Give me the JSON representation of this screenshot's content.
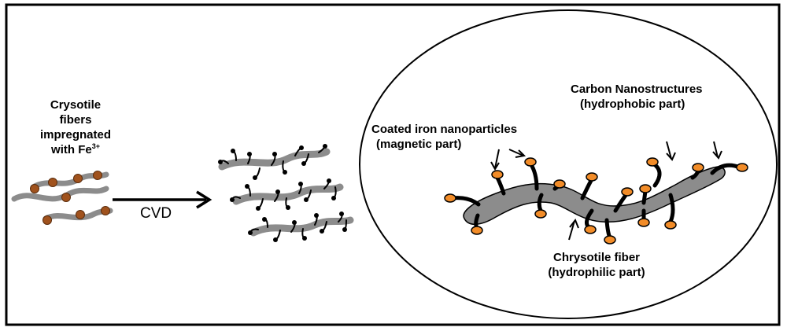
{
  "left_label": {
    "line1": "Crysotile",
    "line2": "fibers",
    "line3": "impregnated",
    "line4_prefix": "with Fe",
    "line4_sup": "3+"
  },
  "process_label": "CVD",
  "inset_labels": {
    "coated_line1": "Coated iron nanoparticles",
    "coated_line2": "(magnetic part)",
    "carbon_line1": "Carbon Nanostructures",
    "carbon_line2": "(hydrophobic part)",
    "fiber_line1": "Chrysotile fiber",
    "fiber_line2": "(hydrophilic part)"
  },
  "colors": {
    "fiber_gray": "#8c8c8c",
    "particle_brown": "#a0521d",
    "particle_orange": "#f28c28",
    "stroke": "#000000"
  }
}
